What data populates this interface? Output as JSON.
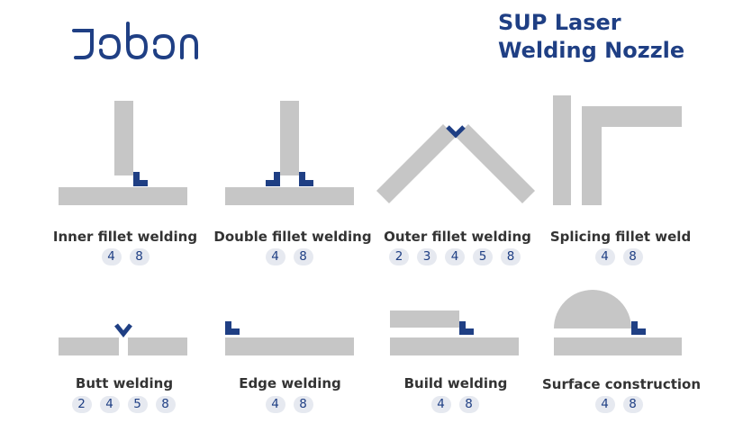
{
  "brand": {
    "name": "Jobon"
  },
  "header": {
    "title_line1": "SUP Laser",
    "title_line2": "Welding Nozzle"
  },
  "colors": {
    "brand": "#1f3f84",
    "plate": "#c6c6c6",
    "badge_bg": "#e6e9f0",
    "label": "#333333"
  },
  "welds": [
    {
      "label": "Inner fillet welding",
      "nozzles": [
        "4",
        "8"
      ]
    },
    {
      "label": "Double fillet welding",
      "nozzles": [
        "4",
        "8"
      ]
    },
    {
      "label": "Outer fillet welding",
      "nozzles": [
        "2",
        "3",
        "4",
        "5",
        "8"
      ]
    },
    {
      "label": "Splicing fillet weld",
      "nozzles": [
        "4",
        "8"
      ]
    },
    {
      "label": "Butt welding",
      "nozzles": [
        "2",
        "4",
        "5",
        "8"
      ]
    },
    {
      "label": "Edge welding",
      "nozzles": [
        "4",
        "8"
      ]
    },
    {
      "label": "Build welding",
      "nozzles": [
        "4",
        "8"
      ]
    },
    {
      "label": "Surface construction",
      "nozzles": [
        "4",
        "8"
      ]
    }
  ]
}
